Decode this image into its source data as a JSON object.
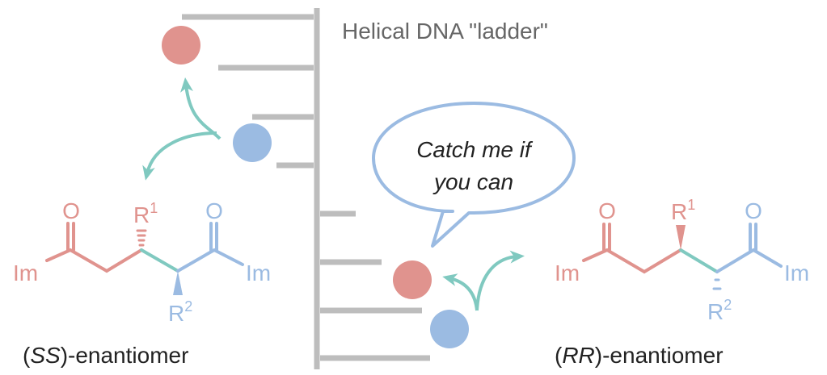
{
  "title": "Helical DNA \"ladder\"",
  "bubble": {
    "line1": "Catch me if",
    "line2": "you can"
  },
  "left_molecule": {
    "o_left": "O",
    "o_right": "O",
    "im_left": "Im",
    "im_right": "Im",
    "r1": "R",
    "r1_sup": "1",
    "r2": "R",
    "r2_sup": "2",
    "caption_open": "(",
    "caption_italic": "SS",
    "caption_rest": ")-enantiomer"
  },
  "right_molecule": {
    "o_left": "O",
    "o_right": "O",
    "im_left": "Im",
    "im_right": "Im",
    "r1": "R",
    "r1_sup": "1",
    "r2": "R",
    "r2_sup": "2",
    "caption_open": "(",
    "caption_italic": "RR",
    "caption_rest": ")-enantiomer"
  },
  "colors": {
    "red": "#e0938e",
    "blue": "#9bbbe2",
    "teal": "#80c9c0",
    "gray": "#bdbdbd",
    "text": "#333333",
    "title": "#666666"
  }
}
